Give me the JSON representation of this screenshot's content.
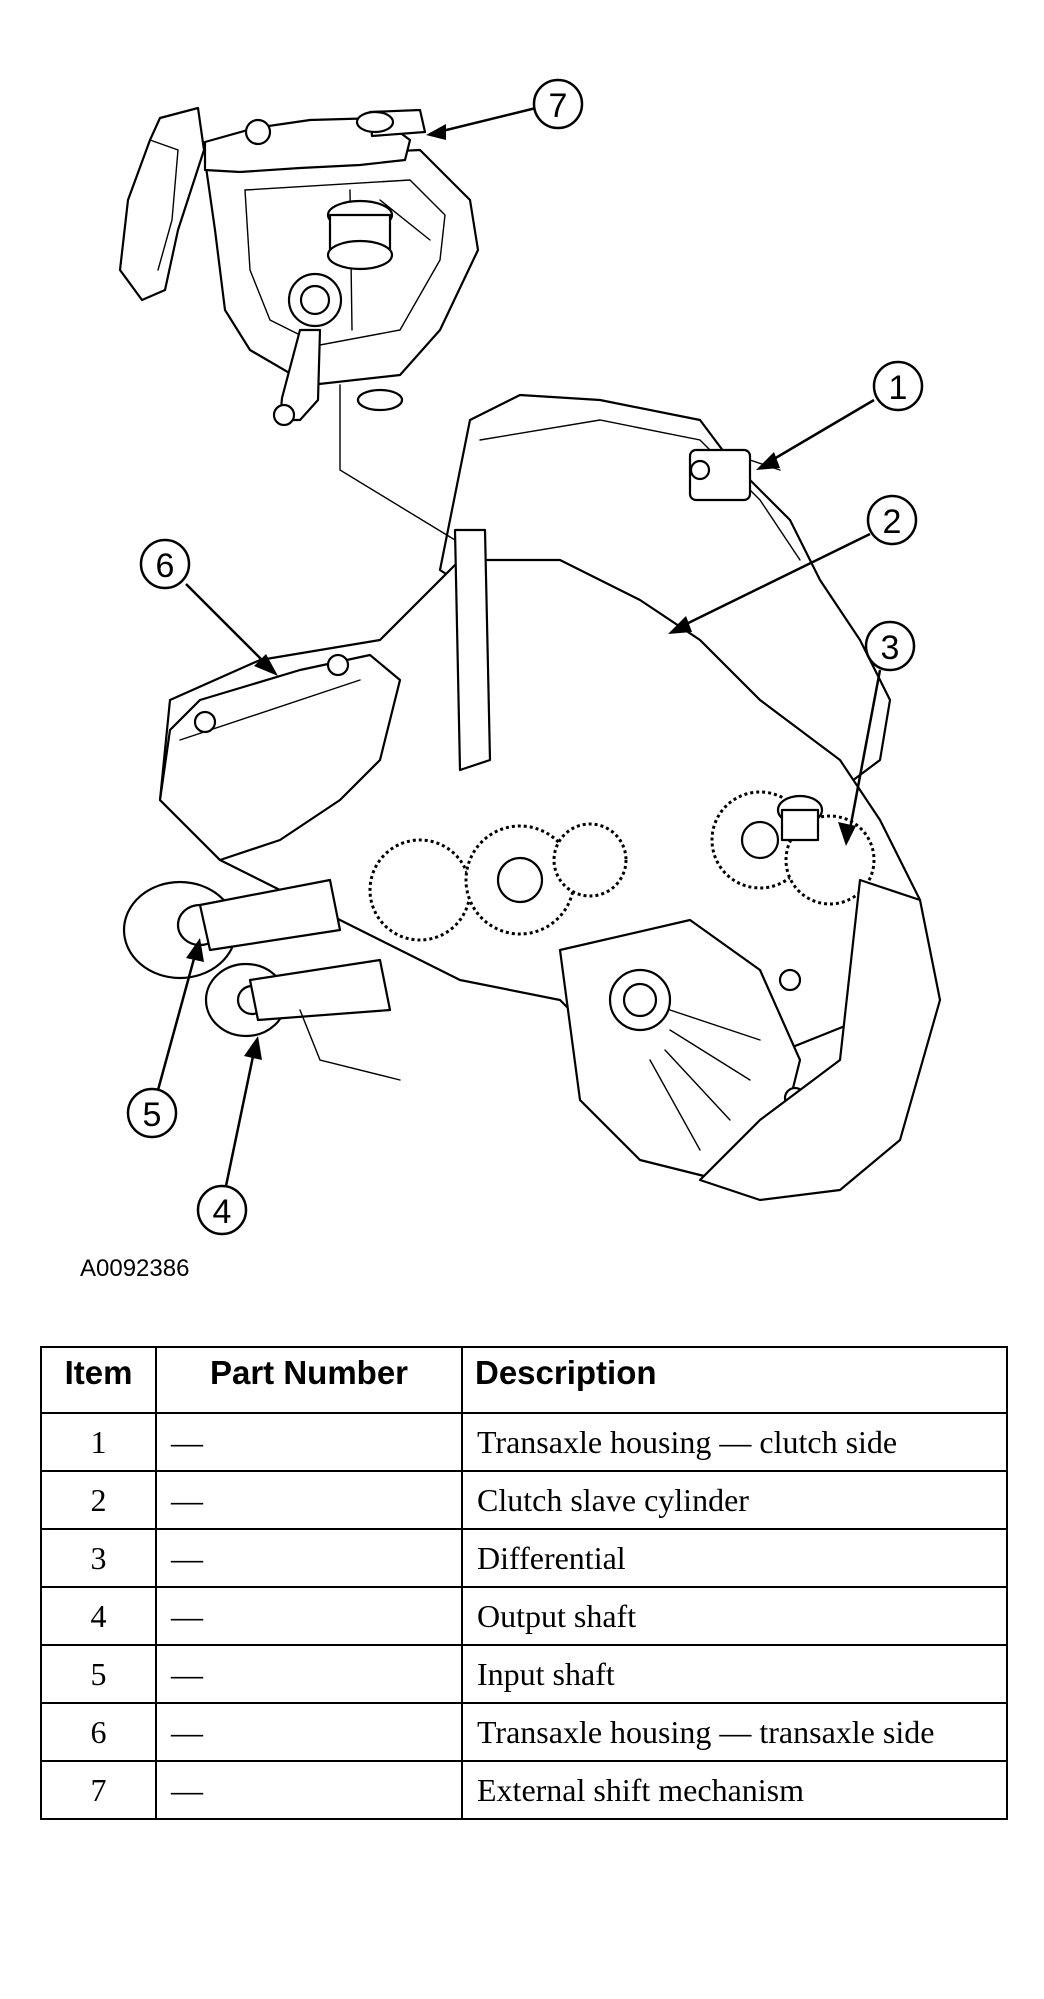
{
  "figure": {
    "code": "A0092386",
    "callouts": [
      "1",
      "2",
      "3",
      "4",
      "5",
      "6",
      "7"
    ]
  },
  "table": {
    "headers": {
      "item": "Item",
      "part_number": "Part Number",
      "description": "Description"
    },
    "rows": [
      {
        "item": "1",
        "part_number": "—",
        "description": "Transaxle housing — clutch side"
      },
      {
        "item": "2",
        "part_number": "—",
        "description": "Clutch slave cylinder"
      },
      {
        "item": "3",
        "part_number": "—",
        "description": "Differential"
      },
      {
        "item": "4",
        "part_number": "—",
        "description": "Output shaft"
      },
      {
        "item": "5",
        "part_number": "—",
        "description": "Input shaft"
      },
      {
        "item": "6",
        "part_number": "—",
        "description": "Transaxle housing — transaxle side"
      },
      {
        "item": "7",
        "part_number": "—",
        "description": "External shift mechanism"
      }
    ]
  }
}
